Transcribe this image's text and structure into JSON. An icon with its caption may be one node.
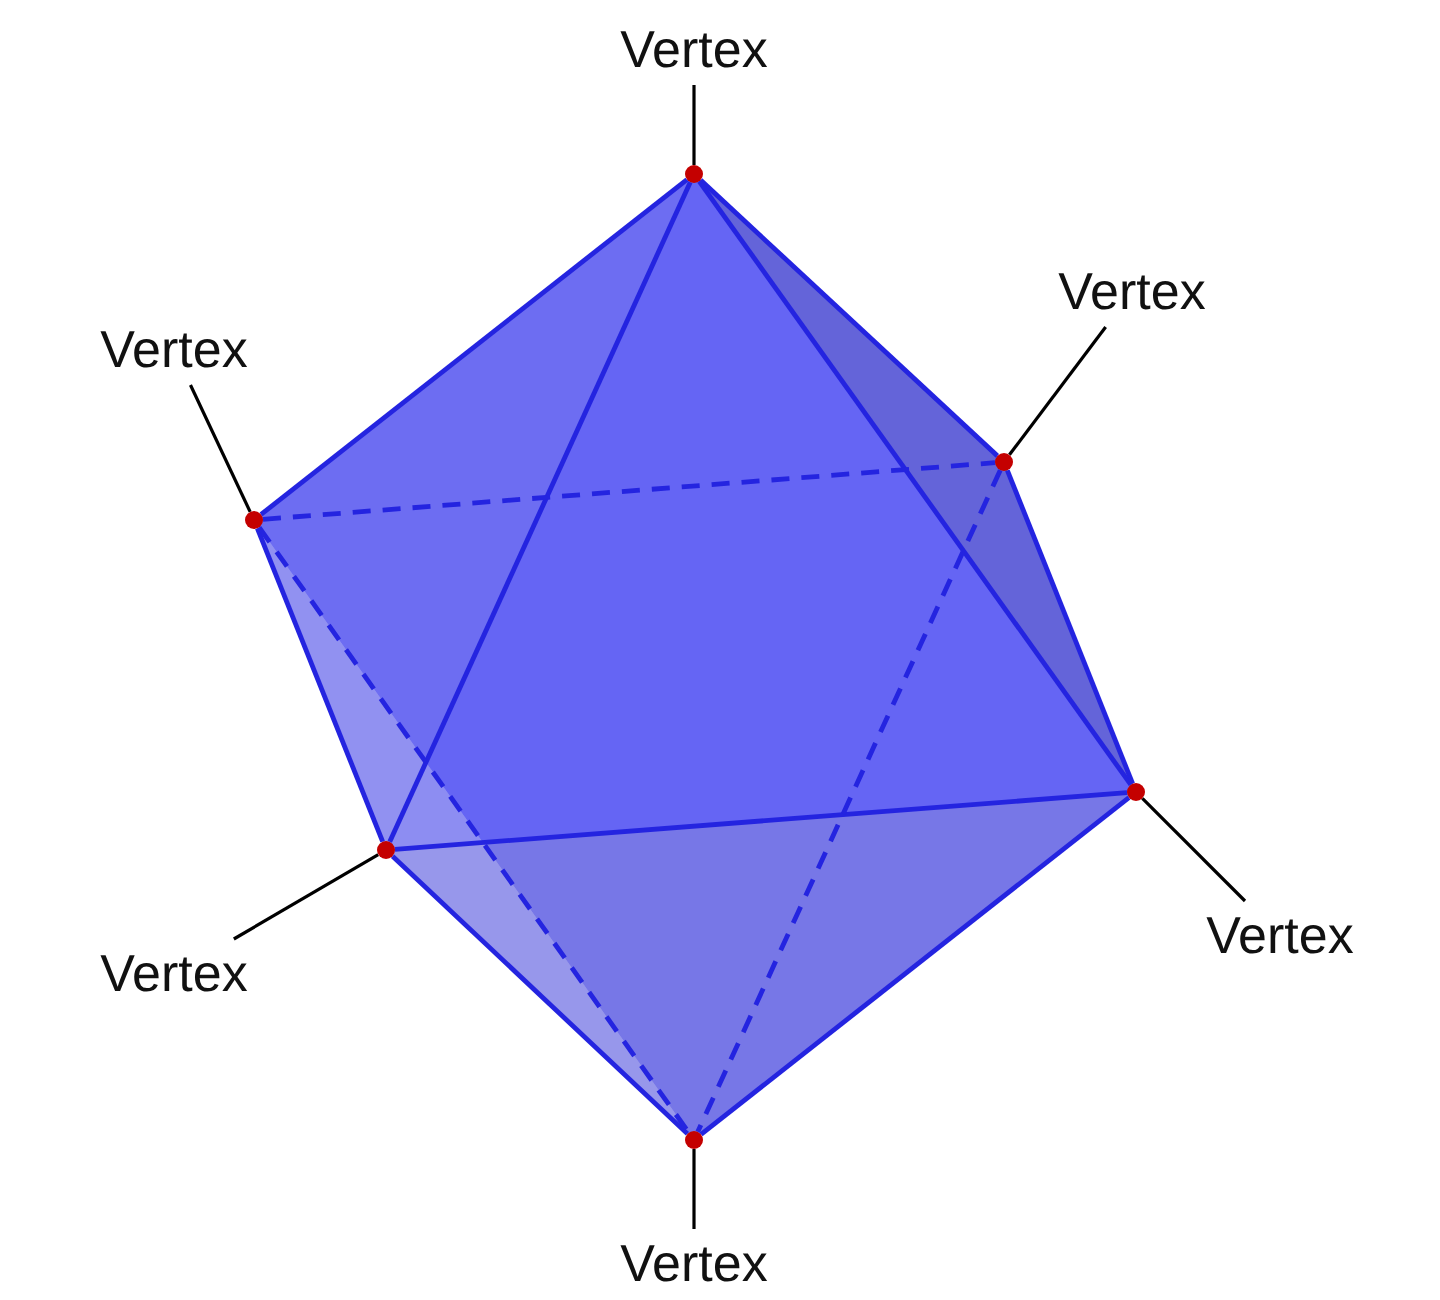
{
  "diagram": {
    "nodes": [
      {
        "text": [
          "Vertex"
        ]
      },
      {
        "text": [
          "Vertex"
        ]
      },
      {
        "text": [
          "Vertex"
        ]
      },
      {
        "text": [
          "Vertex"
        ]
      },
      {
        "text": [
          "Vertex"
        ]
      },
      {
        "text": [
          "Vertex"
        ]
      },
      {
        "text": [],
        "shape": "circle"
      },
      {
        "text": [],
        "shape": "circle"
      },
      {
        "text": [],
        "shape": "circle"
      },
      {
        "text": [],
        "shape": "circle"
      },
      {
        "text": [],
        "shape": "circle"
      },
      {
        "text": [],
        "shape": "circle"
      }
    ],
    "edges": [
      {
        "from": 0,
        "to": 6,
        "arrow": "none",
        "color": "#000000"
      },
      {
        "from": 1,
        "to": 8,
        "arrow": "none",
        "color": "#000000"
      },
      {
        "from": 2,
        "to": 7,
        "arrow": "none",
        "color": "#000000"
      },
      {
        "from": 3,
        "to": 9,
        "arrow": "none",
        "color": "#000000"
      },
      {
        "from": 4,
        "to": 10,
        "arrow": "none",
        "color": "#000000"
      },
      {
        "from": 5,
        "to": 11,
        "arrow": "none",
        "color": "#000000"
      },
      {
        "from": 6,
        "to": 8,
        "arrow": "none"
      },
      {
        "from": 6,
        "to": 7,
        "arrow": "none"
      },
      {
        "from": 6,
        "to": 9,
        "arrow": "none"
      },
      {
        "from": 6,
        "to": 10,
        "arrow": "none"
      },
      {
        "from": 8,
        "to": 7,
        "arrow": "none",
        "style": "dashed"
      },
      {
        "from": 7,
        "to": 9,
        "arrow": "none"
      },
      {
        "from": 9,
        "to": 10,
        "arrow": "none"
      },
      {
        "from": 10,
        "to": 8,
        "arrow": "none"
      },
      {
        "from": 10,
        "to": 11,
        "arrow": "none"
      },
      {
        "from": 9,
        "to": 11,
        "arrow": "none"
      },
      {
        "from": 7,
        "to": 11,
        "arrow": "none",
        "style": "dashed"
      },
      {
        "from": 8,
        "to": 11,
        "arrow": "none",
        "style": "dashed"
      }
    ]
  }
}
